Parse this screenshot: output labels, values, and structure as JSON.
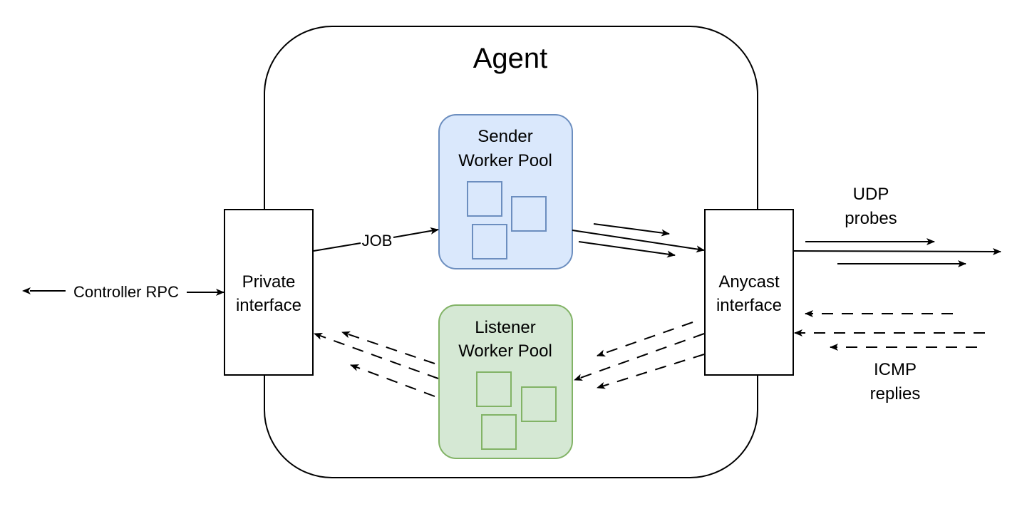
{
  "diagram": {
    "agent": {
      "title": "Agent"
    },
    "sender_pool": {
      "line1": "Sender",
      "line2": "Worker Pool",
      "fill": "#dae8fc",
      "stroke": "#6c8ebf"
    },
    "listener_pool": {
      "line1": "Listener",
      "line2": "Worker Pool",
      "fill": "#d5e8d4",
      "stroke": "#82b366"
    },
    "private_interface": {
      "line1": "Private",
      "line2": "interface"
    },
    "anycast_interface": {
      "line1": "Anycast",
      "line2": "interface"
    },
    "edges": {
      "controller": "Controller RPC",
      "job": "JOB"
    },
    "udp": {
      "line1": "UDP",
      "line2": "probes"
    },
    "icmp": {
      "line1": "ICMP",
      "line2": "replies"
    }
  }
}
